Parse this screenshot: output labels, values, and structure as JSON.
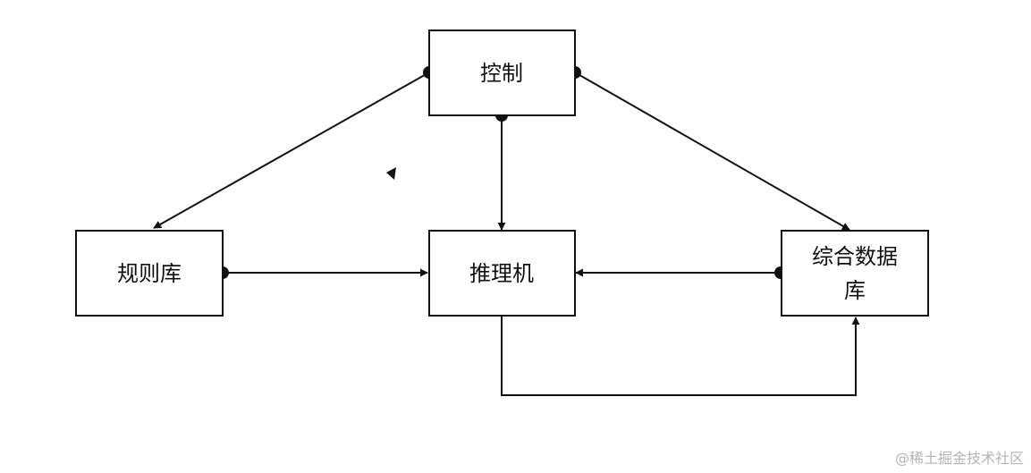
{
  "nodes": {
    "control": {
      "label": "控制"
    },
    "rule_base": {
      "label": "规则库"
    },
    "inference_engine": {
      "label": "推理机"
    },
    "database": {
      "line1": "综合数据",
      "line2": "库"
    }
  },
  "watermark": "@稀土掘金技术社区",
  "colors": {
    "line": "#111111",
    "box_fill": "#ffffff",
    "watermark": "#b4b4b4"
  }
}
